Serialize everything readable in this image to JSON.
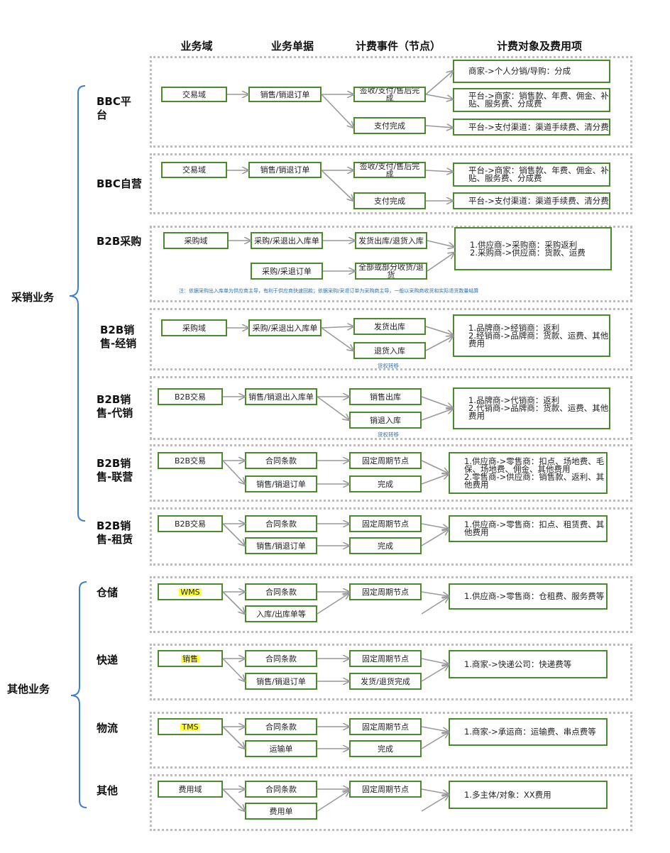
{
  "headers": {
    "domain": "业务域",
    "doc": "业务单据",
    "event": "计费事件（节点）",
    "target": "计费对象及费用项"
  },
  "groups": {
    "sales": "采销业务",
    "other": "其他业务"
  },
  "sections": [
    {
      "label": "BBC平台",
      "domain": "交易域",
      "docs": [
        "销售/销退订单"
      ],
      "events": [
        "签收/支付/售后完成",
        "支付完成"
      ],
      "targets": [
        "商家->个人分销/导购：分成",
        "平台->商家：销售款、年费、佣金、补贴、服务费、分成费",
        "平台->支付渠道：渠道手续费、清分费"
      ]
    },
    {
      "label": "BBC自营",
      "domain": "交易域",
      "docs": [
        "销售/销退订单"
      ],
      "events": [
        "签收/支付/售后完成",
        "支付完成"
      ],
      "targets": [
        "平台->商家：销售款、年费、佣金、补贴、服务费、分成费",
        "平台->支付渠道：渠道手续费、清分费"
      ]
    },
    {
      "label": "B2B采购",
      "domain": "采购域",
      "docs": [
        "采购/采退出入库单",
        "采购/采退订单"
      ],
      "events": [
        "发货出库/退货入库",
        "全部或部分收货/退货"
      ],
      "targets": [
        "1.供应商->采购商：采购返利\n2.采购商->供应商：货款、运费"
      ],
      "note": "注：依据采购出入库单为供应商主导，有利于供应商快速回款；依据采购/采退订单为采购商主导，一般以采购商收货和实际退货数量结算"
    },
    {
      "label": "B2B销售-经销",
      "domain": "采购域",
      "docs": [
        "采购/采退出入库单"
      ],
      "events": [
        "发货出库",
        "退货入库"
      ],
      "targets": [
        "1.品牌商->经销商：返利\n2.经销商->品牌商：货款、运费、其他费用"
      ],
      "tag": "货权转移"
    },
    {
      "label": "B2B销售-代销",
      "domain": "B2B交易",
      "docs": [
        "销售/销退出入库单"
      ],
      "events": [
        "销售出库",
        "销退入库"
      ],
      "targets": [
        "1.品牌商->代销商：返利\n2.代销商->品牌商：货款、运费、其他费用"
      ],
      "tag": "货权转移"
    },
    {
      "label": "B2B销售-联营",
      "domain": "B2B交易",
      "docs": [
        "合同条款",
        "销售/销退订单"
      ],
      "events": [
        "固定周期节点",
        "完成"
      ],
      "targets": [
        "1.供应商->零售商：扣点、场地费、毛保、场地费、佣金、其他费用\n2.零售商->供应商：销售款、返利、其他费用"
      ]
    },
    {
      "label": "B2B销售-租赁",
      "domain": "B2B交易",
      "docs": [
        "合同条款",
        "销售/销退订单"
      ],
      "events": [
        "固定周期节点",
        "完成"
      ],
      "targets": [
        "1.供应商->零售商：扣点、租赁费、其他费用"
      ]
    },
    {
      "label": "仓储",
      "domain": "WMS",
      "highlight": true,
      "docs": [
        "合同条款",
        "入库/出库单等"
      ],
      "events": [
        "固定周期节点"
      ],
      "targets": [
        "1.供应商->零售商：仓租费、服务费等"
      ]
    },
    {
      "label": "快递",
      "domain": "销售",
      "highlight": true,
      "docs": [
        "合同条款",
        "销售/销退订单"
      ],
      "events": [
        "固定周期节点",
        "发货/退货完成"
      ],
      "targets": [
        "1.商家->快递公司：快递费等"
      ]
    },
    {
      "label": "物流",
      "domain": "TMS",
      "highlight": true,
      "docs": [
        "合同条款",
        "运输单"
      ],
      "events": [
        "固定周期节点",
        "完成"
      ],
      "targets": [
        "1.商家->承运商：运输费、串点费等"
      ]
    },
    {
      "label": "其他",
      "domain": "费用域",
      "docs": [
        "合同条款",
        "费用单"
      ],
      "events": [
        "固定周期节点"
      ],
      "targets": [
        "1.多主体/对象：XX费用"
      ]
    }
  ],
  "colors": {
    "box_border": "#4a8a2a",
    "arrow": "#9a9a9a",
    "bracket": "#3f7fc8",
    "note": "#2f6fb3",
    "highlight": "#ffff33"
  }
}
